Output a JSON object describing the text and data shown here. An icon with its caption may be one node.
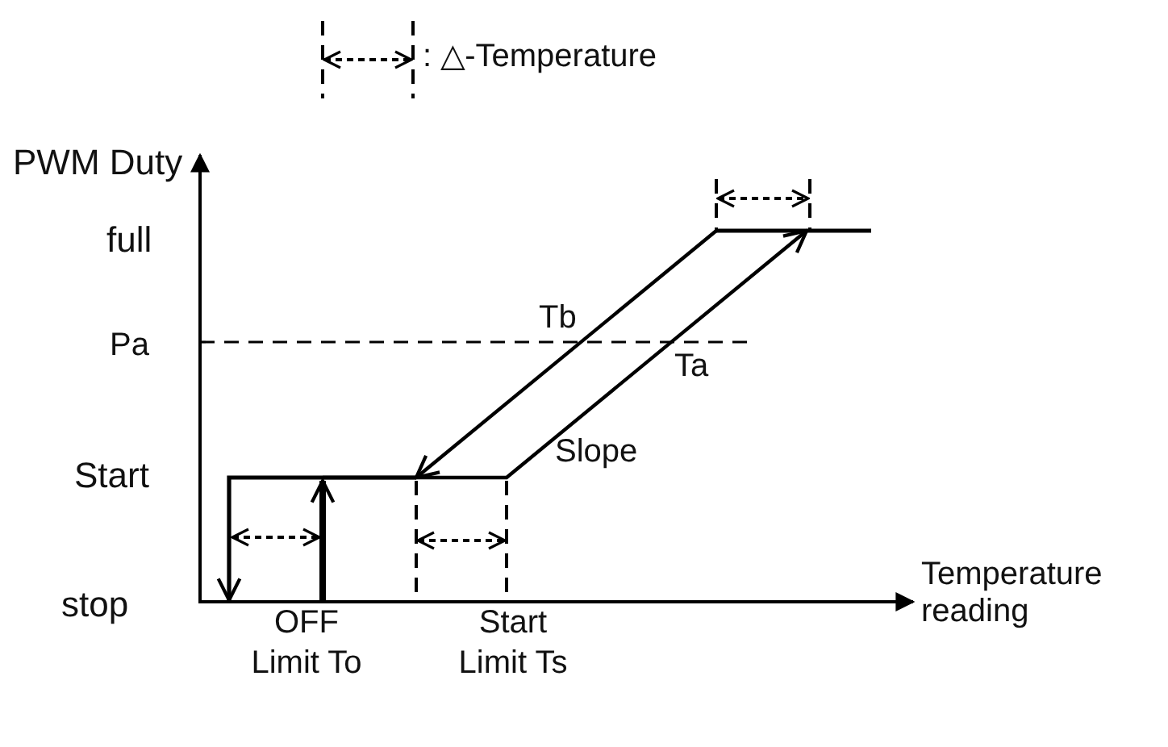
{
  "diagram": {
    "labels": [
      "PWM Duty",
      "full",
      "Pa",
      "Start",
      "stop",
      "Tb",
      "Ta",
      "Slope",
      "OFF Limit To",
      "Start Limit Ts",
      "Temperature reading"
    ],
    "legend": [
      {
        "text": ": △-Temperature"
      }
    ]
  }
}
